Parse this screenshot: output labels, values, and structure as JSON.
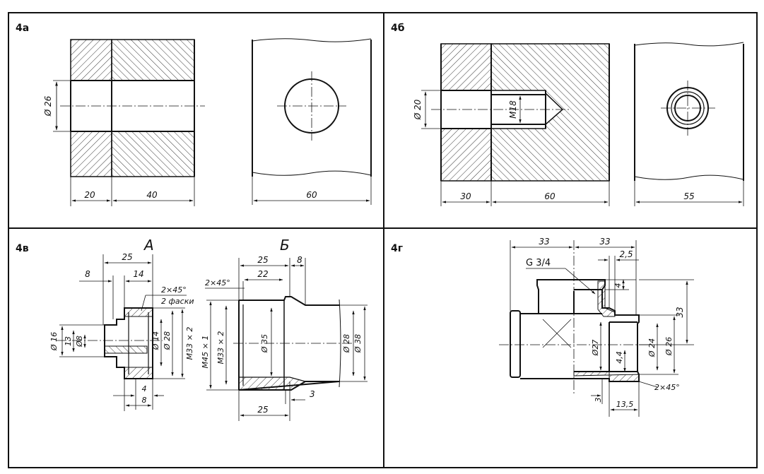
{
  "panels": {
    "a": {
      "label": "4а",
      "d_hole": "Ø 26",
      "w_left": "20",
      "w_right": "40",
      "w_view": "60"
    },
    "b": {
      "label": "4б",
      "d_hole": "Ø 20",
      "thread": "M18",
      "w_left": "30",
      "w_right": "60",
      "w_view": "55"
    },
    "c": {
      "label": "4в",
      "part_a": {
        "title": "А",
        "d25": "25",
        "d8": "8",
        "d14": "14",
        "chamfer": "2×45°",
        "chamfer_note": "2 фаски",
        "d16": "Ø 16",
        "d13": "13",
        "d8b": "Ø8",
        "d14b": "Ø 14",
        "d28": "Ø 28",
        "m33": "M33 × 2",
        "d4": "4",
        "d8c": "8"
      },
      "part_b": {
        "title": "Б",
        "d25": "25",
        "d8": "8",
        "d22": "22",
        "chamfer": "2×45°",
        "m45": "M45 × 1",
        "m33": "M33 × 2",
        "d35": "Ø 35",
        "d28": "Ø 28",
        "d38": "Ø 38",
        "d25b": "25",
        "d3": "3"
      }
    },
    "d": {
      "label": "4г",
      "d33a": "33",
      "d33b": "33",
      "d25": "2,5",
      "thread": "G 3/4",
      "d4": "4",
      "d33v": "33",
      "d27": "Ø27",
      "d44": "4,4",
      "d24": "Ø 24",
      "d26": "Ø 26",
      "chamfer": "2×45°",
      "d3": "3",
      "d135": "13,5"
    }
  }
}
